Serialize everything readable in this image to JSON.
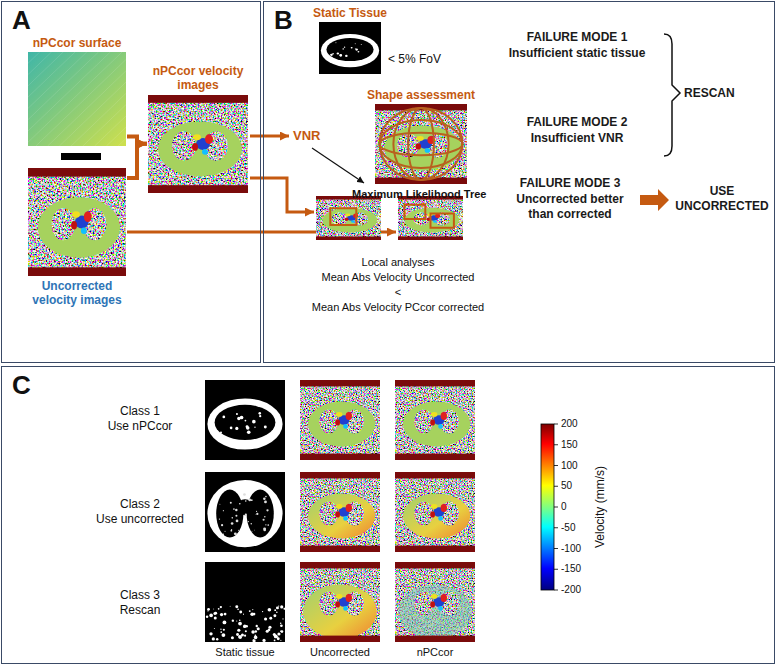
{
  "diagram": {
    "nodes": [
      {
        "text": [
          "A"
        ]
      },
      {
        "text": [
          "nPCcor surface"
        ],
        "in": 0
      },
      {
        "text": [
          "Uncorrected velocity images"
        ],
        "in": 0
      },
      {
        "text": [
          "nPCcor velocity images"
        ],
        "in": 0
      },
      {
        "text": [
          "B"
        ]
      },
      {
        "text": [
          "Static Tissue"
        ],
        "in": 4
      },
      {
        "text": [
          "Shape assessment"
        ],
        "in": 4
      },
      {
        "text": [
          "C"
        ]
      }
    ],
    "edges": [
      {
        "from": 1,
        "to": 3,
        "arrow": "to"
      },
      {
        "from": 2,
        "to": 3,
        "arrow": "to"
      }
    ],
    "labels": [
      "VNR",
      "< 5% FoV",
      "Maximum Likelihood Tree",
      "Local analyses",
      "Mean Abs Velocity Uncorrected",
      "<",
      "Mean Abs Velocity PCcor corrected",
      "FAILURE MODE 1",
      "Insufficient static tissue",
      "FAILURE MODE 2",
      "Insufficient VNR",
      "RESCAN",
      "FAILURE MODE 3",
      "Uncorrected better than corrected",
      "USE UNCORRECTED",
      "Class 1",
      "Use nPCcor",
      "Class 2",
      "Use uncorrected",
      "Class 3",
      "Rescan",
      "Static tissue",
      "Uncorrected",
      "nPCcor",
      "200",
      "150",
      "100",
      "50",
      "0",
      "-50",
      "-100",
      "-150",
      "-200",
      "Velocity (mm/s)"
    ]
  }
}
